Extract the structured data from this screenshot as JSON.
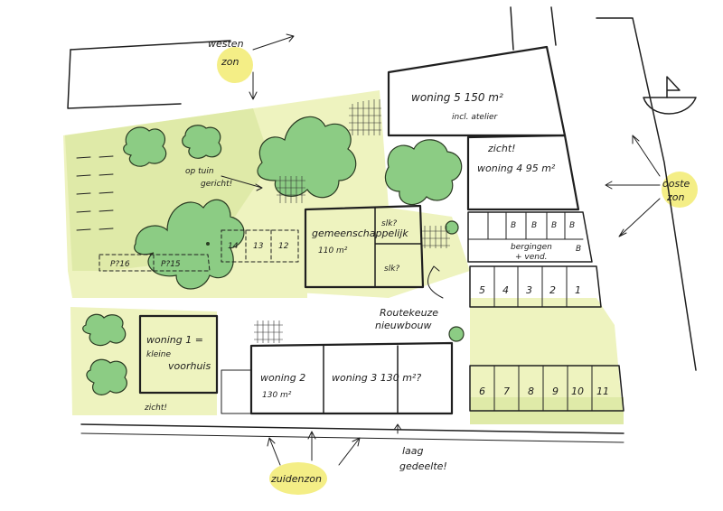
{
  "sun_labels": {
    "west": [
      "westen",
      "zon"
    ],
    "east": [
      "ooste",
      "zon"
    ],
    "south": "zuidenzon"
  },
  "houses": {
    "w5": [
      "woning 5 150 m²",
      "incl. atelier"
    ],
    "w4_view": "zicht!",
    "w4": "woning 4 95 m²",
    "common": [
      "gemeenschappelijk",
      "110 m²"
    ],
    "slk1": "slk?",
    "slk2": "slk?",
    "w1": [
      "woning 1 =",
      "kleine",
      "voorhuis"
    ],
    "w2": [
      "woning 2",
      "130 m²"
    ],
    "w3": "woning 3 130 m²?",
    "b_labels": [
      "B",
      "B",
      "B",
      "B",
      "B"
    ],
    "bergingen": [
      "bergingen",
      "+ vend."
    ]
  },
  "annotations": {
    "tuin_view": [
      "op tuin",
      "gericht!"
    ],
    "route": [
      "Routekeuze",
      "nieuwbouw"
    ],
    "zicht_bottom": "zicht!",
    "laag": [
      "laag",
      "gedeelte!"
    ]
  },
  "parking": {
    "top": [
      "5",
      "4",
      "3",
      "2",
      "1"
    ],
    "bottom": [
      "6",
      "7",
      "8",
      "9",
      "10",
      "11"
    ],
    "left": [
      "14",
      "13",
      "12"
    ],
    "p16": "P?16",
    "p15": "P?15"
  },
  "colors": {
    "tree": "#8ccc84",
    "lawn": "#eef3bf",
    "sun": "#f4ee86",
    "ink": "#1f1f1f"
  }
}
